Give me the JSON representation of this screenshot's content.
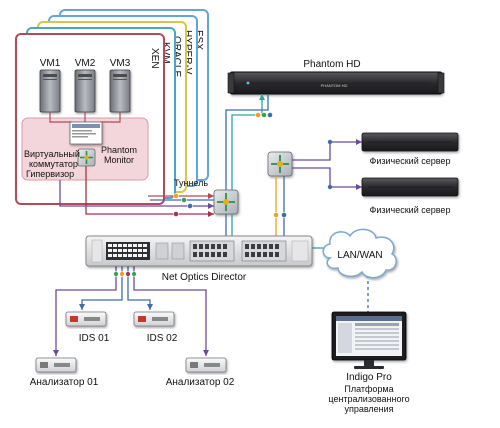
{
  "hypervisors": [
    "ESX",
    "HYPER-V",
    "ORACLE",
    "KVM",
    "XEN"
  ],
  "vms": [
    "VM1",
    "VM2",
    "VM3"
  ],
  "virtual_switch_label": [
    "Виртуальный",
    "коммутатор"
  ],
  "hypervisor_label": "Гипервизор",
  "phantom_monitor_label": [
    "Phantom",
    "Monitor"
  ],
  "phantom_hd": {
    "title": "Phantom HD",
    "badge": "PHANTOM HD"
  },
  "tunnel_label": "Туннель",
  "physical_servers": [
    "Физический сервер",
    "Физический сервер"
  ],
  "director_label": "Net Optics Director",
  "cloud_label": "LAN/WAN",
  "ids": [
    "IDS 01",
    "IDS 02"
  ],
  "analyzers": [
    "Анализатор 01",
    "Анализатор 02"
  ],
  "indigo": {
    "title": "Indigo Pro",
    "caption": [
      "Платформа",
      "централизованного",
      "управления"
    ]
  },
  "colors": {
    "tunnel_red": "#a8324a",
    "tunnel_purple": "#6a4aa0",
    "link_teal": "#2fa3a0",
    "link_blue": "#3d6cb0",
    "orange": "#f0a020",
    "green": "#3aa24a",
    "hypervisor_fill": "#f3d6dc",
    "hypervisor_border": "#b24a5a"
  }
}
